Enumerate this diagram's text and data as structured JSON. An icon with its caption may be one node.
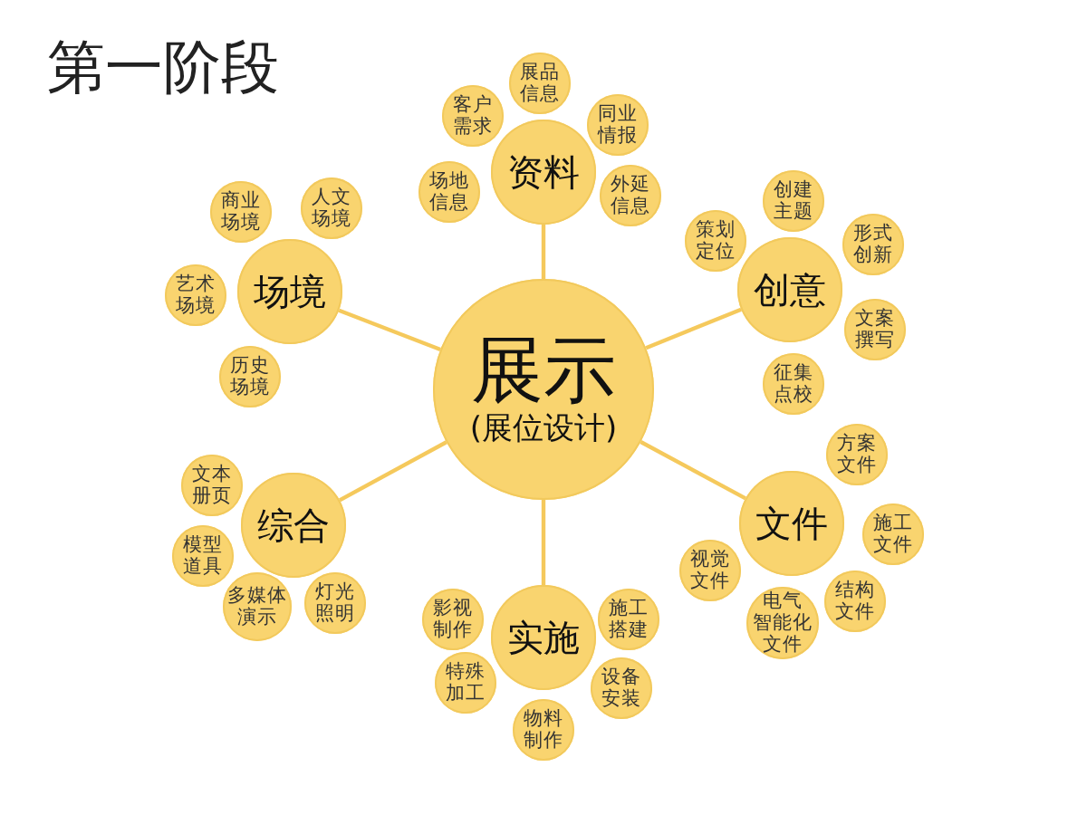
{
  "diagram": {
    "title": "第一阶段",
    "nodes": [
      {
        "text": [
          "展示",
          "(展位设计)"
        ]
      },
      {
        "text": [
          "资料"
        ]
      },
      {
        "text": [
          "创意"
        ]
      },
      {
        "text": [
          "文件"
        ]
      },
      {
        "text": [
          "实施"
        ]
      },
      {
        "text": [
          "综合"
        ]
      },
      {
        "text": [
          "场境"
        ]
      },
      {
        "text": [
          "展品信息"
        ]
      },
      {
        "text": [
          "客户需求"
        ]
      },
      {
        "text": [
          "同业情报"
        ]
      },
      {
        "text": [
          "场地信息"
        ]
      },
      {
        "text": [
          "外延信息"
        ]
      },
      {
        "text": [
          "创建主题"
        ]
      },
      {
        "text": [
          "策划定位"
        ]
      },
      {
        "text": [
          "形式创新"
        ]
      },
      {
        "text": [
          "文案撰写"
        ]
      },
      {
        "text": [
          "征集点校"
        ]
      },
      {
        "text": [
          "方案文件"
        ]
      },
      {
        "text": [
          "施工文件"
        ]
      },
      {
        "text": [
          "视觉文件"
        ]
      },
      {
        "text": [
          "结构文件"
        ]
      },
      {
        "text": [
          "电气智能化文件"
        ]
      },
      {
        "text": [
          "影视制作"
        ]
      },
      {
        "text": [
          "施工搭建"
        ]
      },
      {
        "text": [
          "特殊加工"
        ]
      },
      {
        "text": [
          "设备安装"
        ]
      },
      {
        "text": [
          "物料制作"
        ]
      },
      {
        "text": [
          "文本册页"
        ]
      },
      {
        "text": [
          "模型道具"
        ]
      },
      {
        "text": [
          "多媒体演示"
        ]
      },
      {
        "text": [
          "灯光照明"
        ]
      },
      {
        "text": [
          "商业场境"
        ]
      },
      {
        "text": [
          "人文场境"
        ]
      },
      {
        "text": [
          "艺术场境"
        ]
      },
      {
        "text": [
          "历史场境"
        ]
      }
    ],
    "edges": [
      {
        "from": 0,
        "to": 1,
        "arrow": "none"
      },
      {
        "from": 0,
        "to": 2,
        "arrow": "none"
      },
      {
        "from": 0,
        "to": 3,
        "arrow": "none"
      },
      {
        "from": 0,
        "to": 4,
        "arrow": "none"
      },
      {
        "from": 0,
        "to": 5,
        "arrow": "none"
      },
      {
        "from": 0,
        "to": 6,
        "arrow": "none"
      }
    ]
  }
}
